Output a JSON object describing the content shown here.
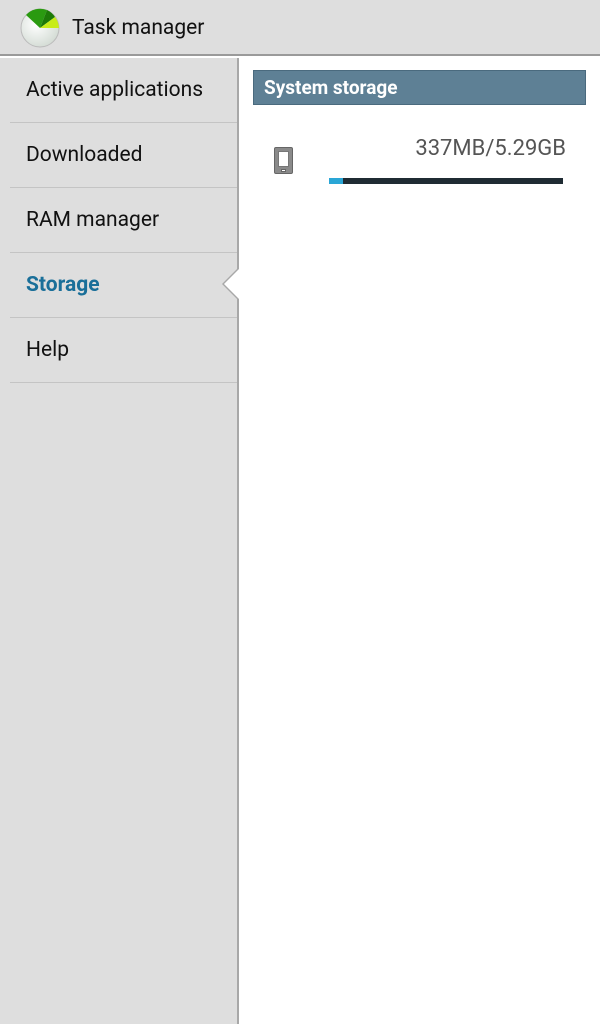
{
  "header": {
    "title": "Task manager",
    "logo_icon": "pie-chart-icon"
  },
  "sidebar": {
    "items": [
      {
        "label": "Active applications",
        "active": false
      },
      {
        "label": "Downloaded",
        "active": false
      },
      {
        "label": "RAM manager",
        "active": false
      },
      {
        "label": "Storage",
        "active": true
      },
      {
        "label": "Help",
        "active": false
      }
    ]
  },
  "main": {
    "section_title": "System storage",
    "storage": {
      "icon": "phone-icon",
      "usage_text": "337MB/5.29GB",
      "used_percent": 6
    }
  },
  "colors": {
    "accent": "#1a6f99",
    "section_bg": "#5e8095",
    "bar_fill": "#2aa6d6",
    "bar_track": "#1f2b33"
  }
}
